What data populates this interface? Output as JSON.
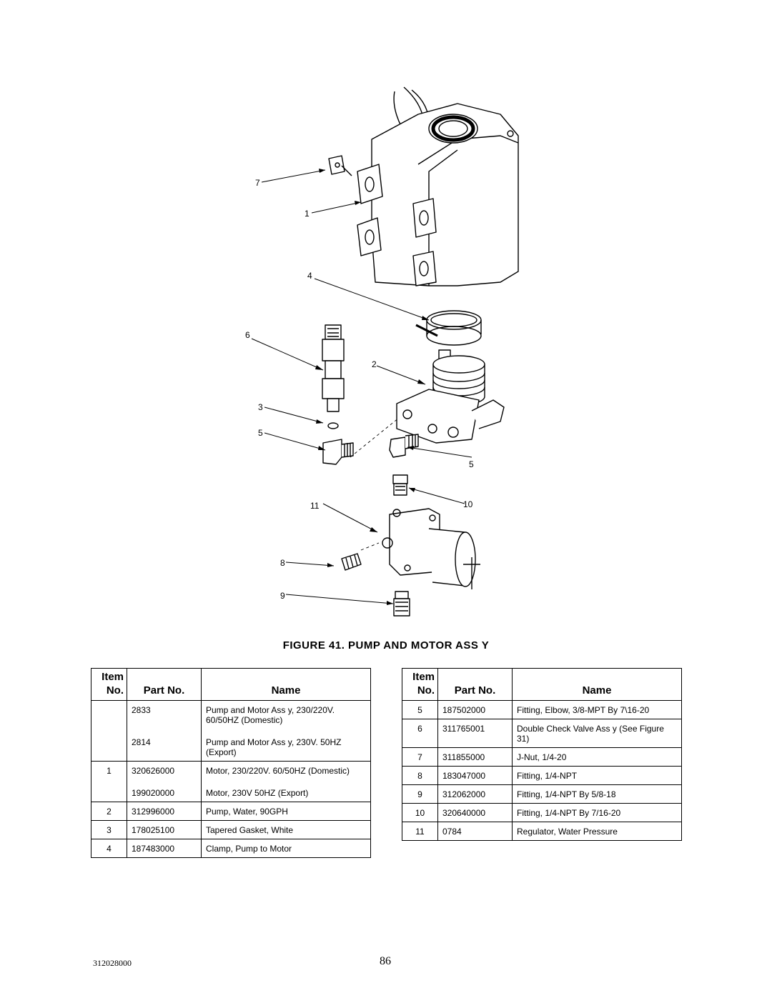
{
  "figure": {
    "caption": "FIGURE 41. PUMP AND MOTOR ASS Y",
    "callouts": [
      "7",
      "1",
      "4",
      "6",
      "2",
      "3",
      "5",
      "5",
      "11",
      "10",
      "8",
      "9"
    ]
  },
  "table_headers": {
    "item": "Item",
    "no": "No.",
    "part_no": "Part No.",
    "name": "Name"
  },
  "left_table": [
    {
      "item": "",
      "part": "2833",
      "name": "Pump and Motor Ass y, 230/220V. 60/50HZ (Domestic)",
      "cont": false
    },
    {
      "item": "",
      "part": "2814",
      "name": "Pump and Motor Ass y, 230V. 50HZ (Export)",
      "cont": true
    },
    {
      "item": "1",
      "part": "320626000",
      "name": "Motor, 230/220V. 60/50HZ (Domestic)",
      "cont": false
    },
    {
      "item": "",
      "part": "199020000",
      "name": "Motor, 230V 50HZ (Export)",
      "cont": true
    },
    {
      "item": "2",
      "part": "312996000",
      "name": "Pump, Water, 90GPH",
      "cont": false
    },
    {
      "item": "3",
      "part": "178025100",
      "name": "Tapered Gasket, White",
      "cont": false
    },
    {
      "item": "4",
      "part": "187483000",
      "name": "Clamp, Pump to Motor",
      "cont": false
    }
  ],
  "right_table": [
    {
      "item": "5",
      "part": "187502000",
      "name": "Fitting, Elbow, 3/8-MPT By 7\\16-20"
    },
    {
      "item": "6",
      "part": "311765001",
      "name": "Double Check Valve Ass y (See Figure 31)"
    },
    {
      "item": "7",
      "part": "311855000",
      "name": "J-Nut, 1/4-20"
    },
    {
      "item": "8",
      "part": "183047000",
      "name": "Fitting, 1/4-NPT"
    },
    {
      "item": "9",
      "part": "312062000",
      "name": "Fitting, 1/4-NPT By 5/8-18"
    },
    {
      "item": "10",
      "part": "320640000",
      "name": "Fitting, 1/4-NPT By 7/16-20"
    },
    {
      "item": "11",
      "part": "0784",
      "name": "Regulator, Water Pressure"
    }
  ],
  "footer": {
    "doc_number": "312028000",
    "page_number": "86"
  }
}
